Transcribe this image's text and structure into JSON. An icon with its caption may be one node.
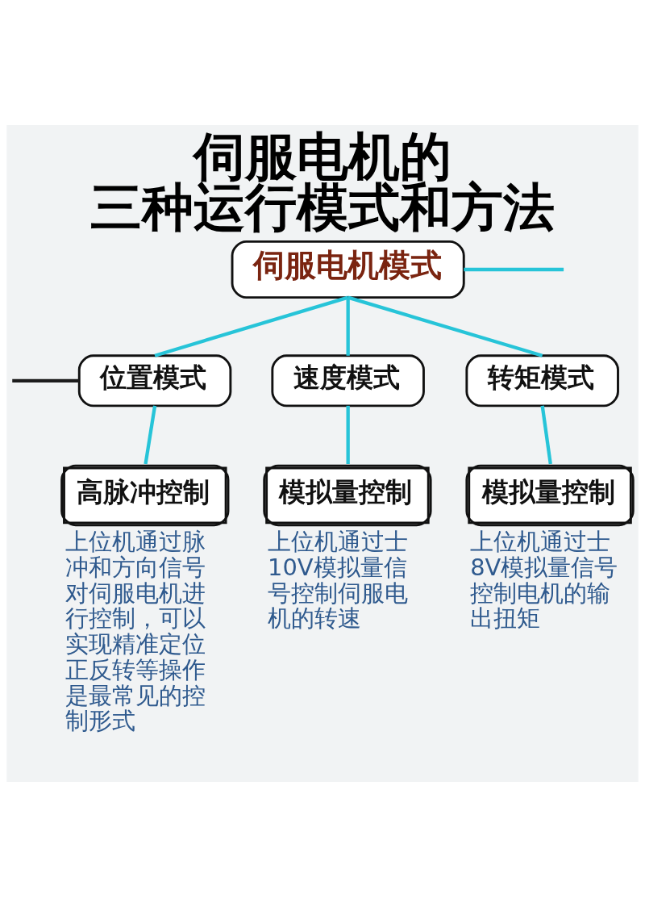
{
  "diagram": {
    "title": "伺服电机的三种运行模式和方法",
    "nodes": [
      {
        "text": [
          "伺服电机模式"
        ]
      },
      {
        "text": [
          "位置模式"
        ]
      },
      {
        "text": [
          "速度模式"
        ]
      },
      {
        "text": [
          "转矩模式"
        ]
      },
      {
        "text": [
          "高脉冲控制"
        ],
        "beside": [
          "上位机通过脉冲和方向信号对伺服电机进行控制，可以实现精准定位正反转等操作是最常见的控制形式"
        ]
      },
      {
        "text": [
          "模拟量控制"
        ],
        "beside": [
          "上位机通过士10V模拟量信号控制伺服电机的转速"
        ]
      },
      {
        "text": [
          "模拟量控制"
        ],
        "beside": [
          "上位机通过士8V模拟量信号控制电机的输出扭矩"
        ]
      }
    ],
    "edges": [
      {
        "from": 0,
        "to": 1,
        "arrow": "none"
      },
      {
        "from": 0,
        "to": 2,
        "arrow": "none"
      },
      {
        "from": 0,
        "to": 3,
        "arrow": "none"
      },
      {
        "from": 1,
        "to": 4,
        "arrow": "none"
      },
      {
        "from": 2,
        "to": 5,
        "arrow": "none"
      },
      {
        "from": 3,
        "to": 6,
        "arrow": "none"
      },
      {
        "from": 0,
        "to": null,
        "arrow": "none"
      },
      {
        "from": null,
        "to": 1,
        "arrow": "none",
        "color": "#1c1c1c"
      }
    ]
  }
}
